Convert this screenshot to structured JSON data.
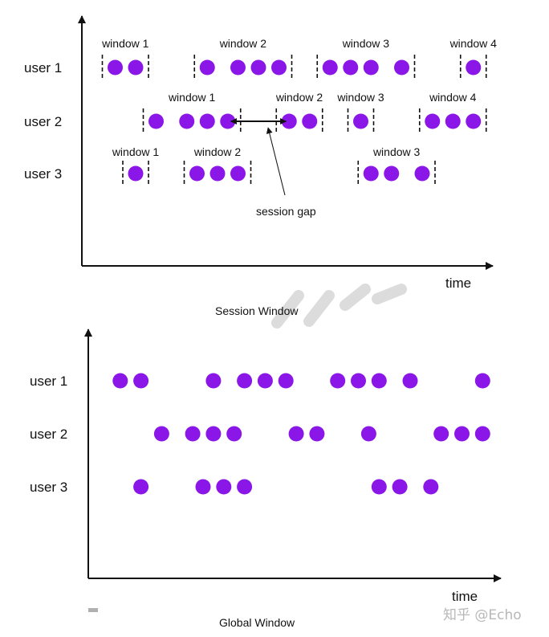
{
  "session": {
    "title": "Session Window",
    "x_label": "time",
    "annotation": "session gap",
    "rows": [
      {
        "label": "user 1",
        "windows": [
          {
            "label": "window 1",
            "events": [
              1,
              2
            ]
          },
          {
            "label": "window 2",
            "events": [
              5.5,
              7,
              8,
              9
            ]
          },
          {
            "label": "window 3",
            "events": [
              11.5,
              12.5,
              13.5,
              15
            ]
          },
          {
            "label": "window 4",
            "events": [
              18.5
            ]
          }
        ]
      },
      {
        "label": "user 2",
        "windows": [
          {
            "label": "window 1",
            "events": [
              3,
              4.5,
              5.5,
              6.5
            ]
          },
          {
            "label": "window 2",
            "events": [
              9.5,
              10.5
            ]
          },
          {
            "label": "window 3",
            "events": [
              13
            ]
          },
          {
            "label": "window 4",
            "events": [
              16.5,
              17.5,
              18.5
            ]
          }
        ]
      },
      {
        "label": "user 3",
        "windows": [
          {
            "label": "window 1",
            "events": [
              2
            ]
          },
          {
            "label": "window 2",
            "events": [
              5,
              6,
              7
            ]
          },
          {
            "label": "window 3",
            "events": [
              13.5,
              14.5,
              16
            ]
          }
        ]
      }
    ]
  },
  "global": {
    "title": "Global Window",
    "x_label": "time",
    "rows": [
      {
        "label": "user 1",
        "events": [
          1,
          2,
          5.5,
          7,
          8,
          9,
          11.5,
          12.5,
          13.5,
          15,
          18.5
        ]
      },
      {
        "label": "user 2",
        "events": [
          3,
          4.5,
          5.5,
          6.5,
          9.5,
          10.5,
          13,
          16.5,
          17.5,
          18.5
        ]
      },
      {
        "label": "user 3",
        "events": [
          2,
          5,
          6,
          7,
          13.5,
          14.5,
          16
        ]
      }
    ]
  },
  "watermark": "知乎 @Echo",
  "colors": {
    "event": "#8a16e8",
    "axis": "#111111",
    "window_border": "#111111"
  }
}
